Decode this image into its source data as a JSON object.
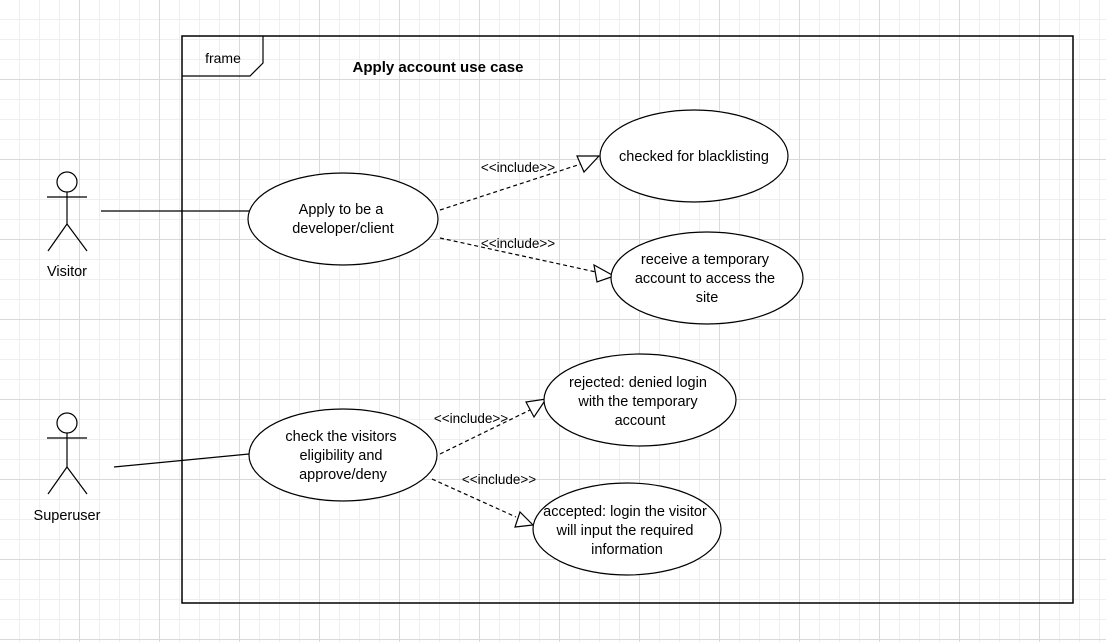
{
  "diagram": {
    "frame_label": "frame",
    "title": "Apply account use case",
    "actors": [
      {
        "id": "visitor",
        "name": "Visitor"
      },
      {
        "id": "superuser",
        "name": "Superuser"
      }
    ],
    "use_cases": [
      {
        "id": "apply",
        "lines": [
          "Apply to be a",
          "developer/client"
        ]
      },
      {
        "id": "blacklist",
        "lines": [
          "checked for blacklisting"
        ]
      },
      {
        "id": "temp_account",
        "lines": [
          "receive a temporary",
          "account to access the",
          "site"
        ]
      },
      {
        "id": "check",
        "lines": [
          "check the visitors",
          "eligibility and",
          "approve/deny"
        ]
      },
      {
        "id": "rejected",
        "lines": [
          "rejected: denied login",
          "with the temporary",
          "account"
        ]
      },
      {
        "id": "accepted",
        "lines": [
          "accepted: login the visitor",
          "will input the required",
          "information"
        ]
      }
    ],
    "associations": [
      {
        "actor": "visitor",
        "use_case": "apply"
      },
      {
        "actor": "superuser",
        "use_case": "check"
      }
    ],
    "includes": [
      {
        "from": "apply",
        "to": "blacklist",
        "label": "<<include>>"
      },
      {
        "from": "apply",
        "to": "temp_account",
        "label": "<<include>>"
      },
      {
        "from": "check",
        "to": "rejected",
        "label": "<<include>>"
      },
      {
        "from": "check",
        "to": "accepted",
        "label": "<<include>>"
      }
    ]
  }
}
